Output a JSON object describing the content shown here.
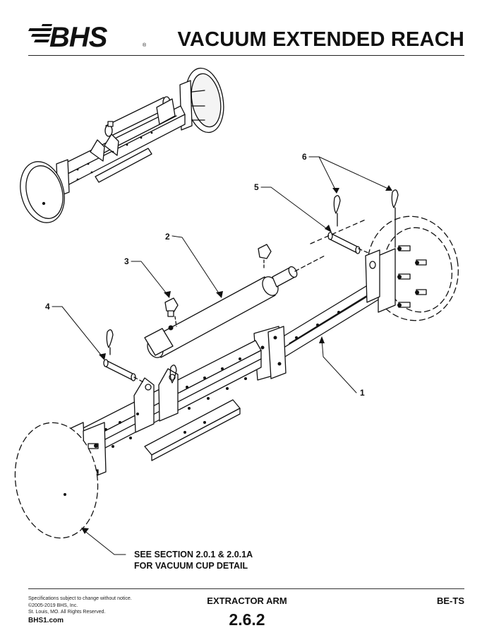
{
  "header": {
    "brand": "BHS",
    "title": "VACUUM EXTENDED REACH"
  },
  "drawing": {
    "callouts": [
      "1",
      "2",
      "3",
      "4",
      "5",
      "6"
    ],
    "note_line1": "SEE SECTION 2.0.1 & 2.0.1A",
    "note_line2": "FOR VACUUM CUP DETAIL"
  },
  "footer": {
    "fine_print": [
      "Specifications subject to change without notice.",
      "©2005-2019 BHS, Inc.",
      "St. Louis, MO. All Rights Reserved."
    ],
    "website": "BHS1.com",
    "section_name": "EXTRACTOR ARM",
    "page_number": "2.6.2",
    "document_code": "BE-TS"
  }
}
